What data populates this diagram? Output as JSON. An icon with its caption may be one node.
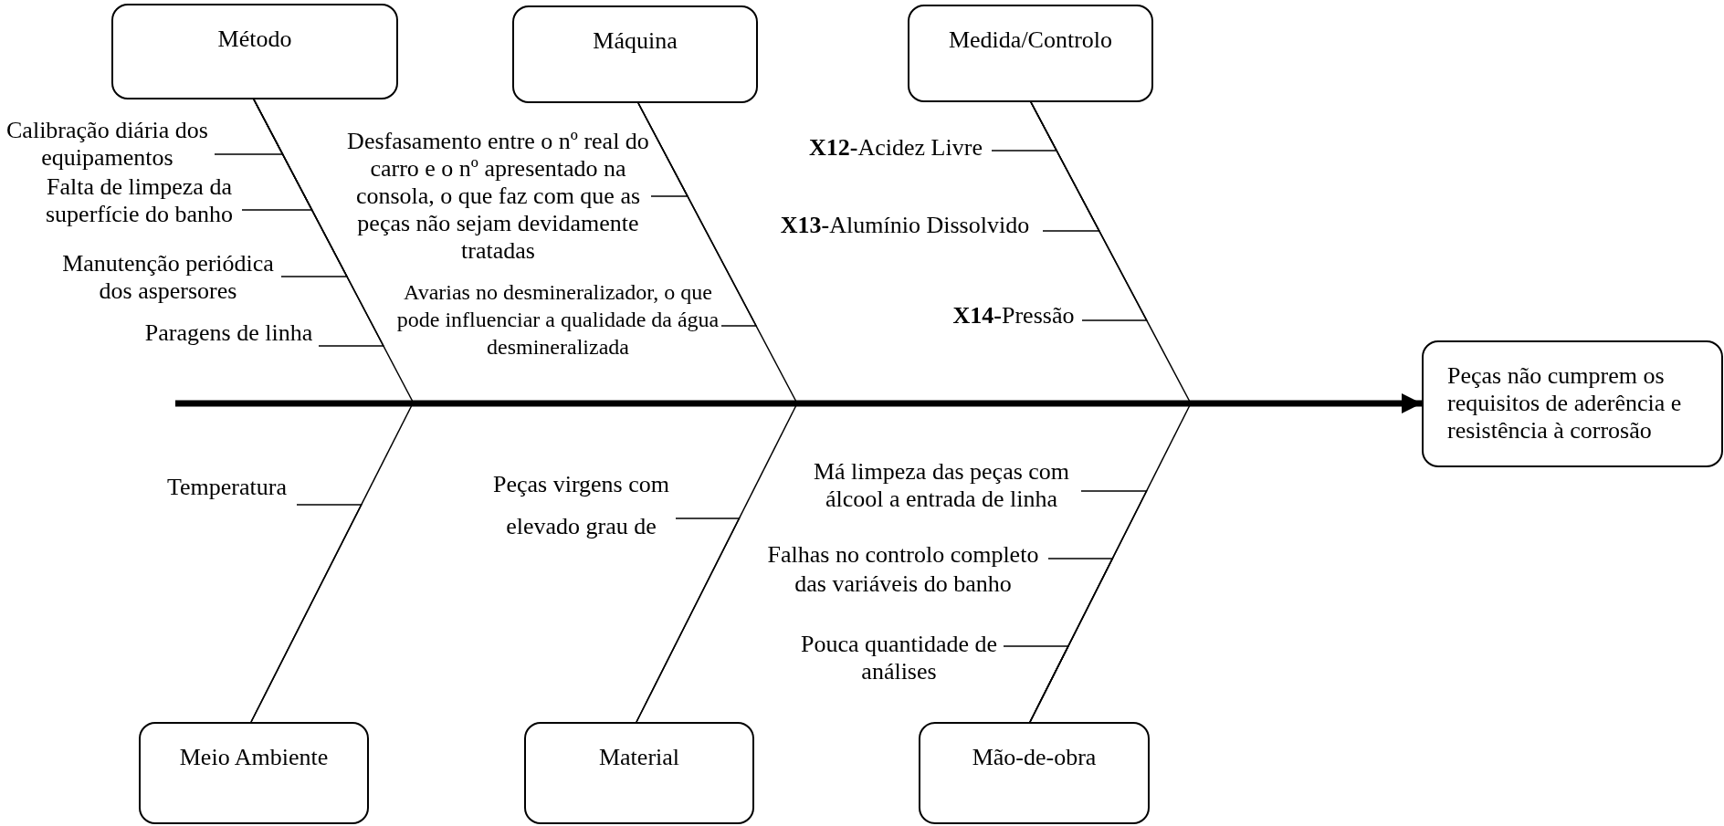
{
  "diagram": {
    "nodes": [
      {
        "text": [
          "Método"
        ]
      },
      {
        "text": [
          "Máquina"
        ]
      },
      {
        "text": [
          "Medida/Controlo"
        ]
      },
      {
        "text": [
          "Calibração diária dos equipamentos"
        ]
      },
      {
        "text": [
          "Falta de limpeza da superfície do banho"
        ]
      },
      {
        "text": [
          "Manutenção periódica dos aspersores"
        ]
      },
      {
        "text": [
          "Paragens de linha"
        ]
      },
      {
        "text": [
          "Desfasamento entre o nº real do carro e o nº apresentado na consola, o que faz com que as peças não sejam devidamente tratadas"
        ]
      },
      {
        "text": [
          "Avarias no desmineralizador, o que pode influenciar a qualidade da água desmineralizada"
        ]
      },
      {
        "text": [
          "**X12-**Acidez Livre"
        ]
      },
      {
        "text": [
          "**X13-**Alumínio Dissolvido"
        ]
      },
      {
        "text": [
          "**X14-**Pressão"
        ]
      },
      {
        "text": [
          "Peças não cumprem os requisitos de aderência e resistência à corrosão"
        ]
      },
      {
        "text": [
          "Temperatura"
        ]
      },
      {
        "text": [
          "Peças virgens com elevado grau de"
        ]
      },
      {
        "text": [
          "Má limpeza das peças com álcool a entrada de linha"
        ]
      },
      {
        "text": [
          "Falhas no controlo completo das variáveis do banho"
        ]
      },
      {
        "text": [
          "Pouca quantidade de análises"
        ]
      },
      {
        "text": [
          "Meio Ambiente"
        ]
      },
      {
        "text": [
          "Material"
        ]
      },
      {
        "text": [
          "Mão-de-obra"
        ]
      }
    ],
    "edges": [
      {
        "from": null,
        "to": 12,
        "arrow": "to",
        "style": "thick"
      },
      {
        "from": 0,
        "to": null,
        "arrow": "none"
      },
      {
        "from": 1,
        "to": null,
        "arrow": "none"
      },
      {
        "from": 2,
        "to": null,
        "arrow": "none"
      },
      {
        "from": 18,
        "to": null,
        "arrow": "none"
      },
      {
        "from": 19,
        "to": null,
        "arrow": "none"
      },
      {
        "from": 20,
        "to": null,
        "arrow": "none"
      },
      {
        "from": 3,
        "to": 0,
        "arrow": "none"
      },
      {
        "from": 4,
        "to": 0,
        "arrow": "none"
      },
      {
        "from": 5,
        "to": 0,
        "arrow": "none"
      },
      {
        "from": 6,
        "to": 0,
        "arrow": "none"
      },
      {
        "from": 7,
        "to": 1,
        "arrow": "none"
      },
      {
        "from": 8,
        "to": 1,
        "arrow": "none"
      },
      {
        "from": 9,
        "to": 2,
        "arrow": "none"
      },
      {
        "from": 10,
        "to": 2,
        "arrow": "none"
      },
      {
        "from": 11,
        "to": 2,
        "arrow": "none"
      },
      {
        "from": 13,
        "to": 18,
        "arrow": "none"
      },
      {
        "from": 14,
        "to": 19,
        "arrow": "none"
      },
      {
        "from": 15,
        "to": 20,
        "arrow": "none"
      },
      {
        "from": 16,
        "to": 20,
        "arrow": "none"
      },
      {
        "from": 17,
        "to": 20,
        "arrow": "none"
      }
    ]
  }
}
